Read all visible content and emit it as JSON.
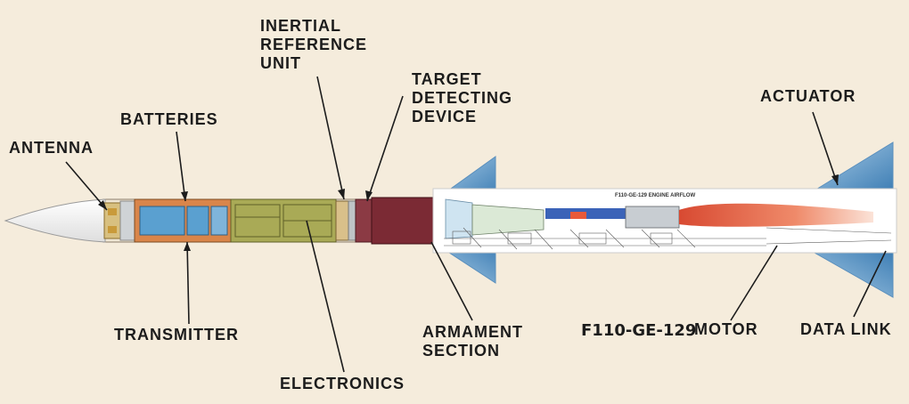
{
  "labels": {
    "antenna": "ANTENNA",
    "batteries": "BATTERIES",
    "transmitter": "TRANSMITTER",
    "electronics": "ELECTRONICS",
    "inertial": [
      "INERTIAL",
      "REFERENCE",
      "UNIT"
    ],
    "target": [
      "TARGET",
      "DETECTING",
      "DEVICE"
    ],
    "armament": [
      "ARMAMENT",
      "SECTION"
    ],
    "engine_model": "F110-GE-129",
    "motor": "MOTOR",
    "actuator": "ACTUATOR",
    "data_link": "DATA LINK"
  },
  "engine_insert": {
    "title": "F110-GE-129 ENGINE AIRFLOW"
  },
  "colors": {
    "background": "#f5ecdc",
    "nose": "#ffffff",
    "battery_orange": "#d9854a",
    "battery_blue": "#5aa0d0",
    "electronics_green": "#a9aa56",
    "armament_maroon": "#7b2a34",
    "fin_blue": "#6fa6cf",
    "exhaust_red": "#e0614a"
  }
}
